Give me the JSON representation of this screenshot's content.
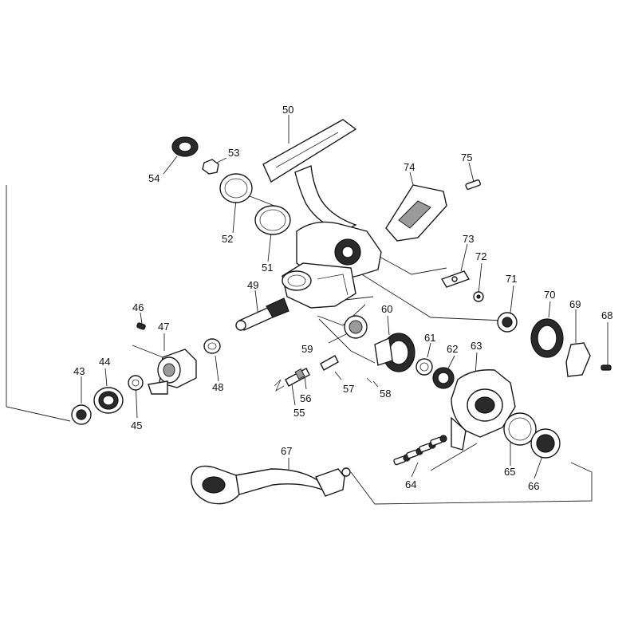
{
  "diagram": {
    "labels": [
      "43",
      "44",
      "45",
      "46",
      "47",
      "48",
      "49",
      "50",
      "51",
      "52",
      "53",
      "54",
      "55",
      "56",
      "57",
      "58",
      "59",
      "60",
      "61",
      "62",
      "63",
      "64",
      "65",
      "66",
      "67",
      "68",
      "69",
      "70",
      "71",
      "72",
      "73",
      "74",
      "75"
    ]
  }
}
